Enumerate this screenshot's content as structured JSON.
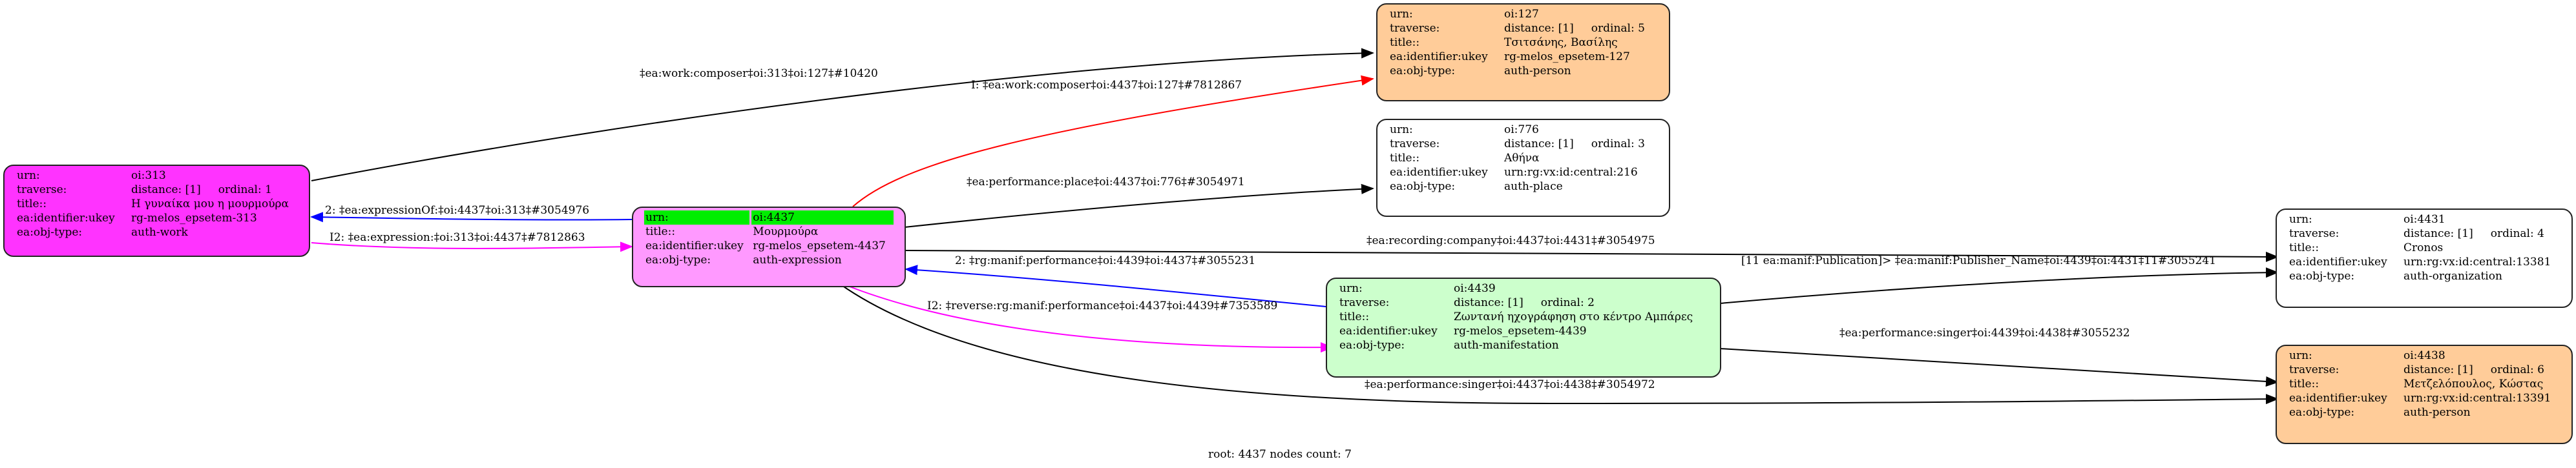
{
  "graph": {
    "footer": "root: 4437 nodes count: 7",
    "colors": {
      "auth_work": "#ff33ff",
      "auth_expression": "#ff99ff",
      "auth_person": "#ffcc99",
      "auth_manifestation": "#ccffcc",
      "auth_place": "#ffffff",
      "auth_organization": "#ffffff",
      "root_highlight": "#00ee00",
      "edge_default": "#000000",
      "edge_inverse": "#ff0000",
      "edge_reverse_blue": "#0000ff",
      "edge_reverse_magenta": "#ff00ff"
    },
    "nodes": [
      {
        "id": "oi313",
        "rows": [
          {
            "k": "urn:",
            "v": "oi:313"
          },
          {
            "k": "traverse:",
            "v": "distance: [1]     ordinal: 1"
          },
          {
            "k": "title::",
            "v": "Η γυναίκα μου η μουρμούρα"
          },
          {
            "k": "ea:identifier:ukey",
            "v": "rg-melos_epsetem-313"
          },
          {
            "k": "ea:obj-type:",
            "v": "auth-work"
          }
        ]
      },
      {
        "id": "oi4437",
        "rows": [
          {
            "k": "urn:",
            "v": "oi:4437"
          },
          {
            "k": "title::",
            "v": "Μουρμούρα"
          },
          {
            "k": "ea:identifier:ukey",
            "v": "rg-melos_epsetem-4437"
          },
          {
            "k": "ea:obj-type:",
            "v": "auth-expression"
          }
        ]
      },
      {
        "id": "oi127",
        "rows": [
          {
            "k": "urn:",
            "v": "oi:127"
          },
          {
            "k": "traverse:",
            "v": "distance: [1]     ordinal: 5"
          },
          {
            "k": "title::",
            "v": "Τσιτσάνης, Βασίλης"
          },
          {
            "k": "ea:identifier:ukey",
            "v": "rg-melos_epsetem-127"
          },
          {
            "k": "ea:obj-type:",
            "v": "auth-person"
          }
        ]
      },
      {
        "id": "oi776",
        "rows": [
          {
            "k": "urn:",
            "v": "oi:776"
          },
          {
            "k": "traverse:",
            "v": "distance: [1]     ordinal: 3"
          },
          {
            "k": "title::",
            "v": "Αθήνα"
          },
          {
            "k": "ea:identifier:ukey",
            "v": "urn:rg:vx:id:central:216"
          },
          {
            "k": "ea:obj-type:",
            "v": "auth-place"
          }
        ]
      },
      {
        "id": "oi4439",
        "rows": [
          {
            "k": "urn:",
            "v": "oi:4439"
          },
          {
            "k": "traverse:",
            "v": "distance: [1]     ordinal: 2"
          },
          {
            "k": "title::",
            "v": "Ζωντανή ηχογράφηση στο κέντρο Αμπάρες"
          },
          {
            "k": "ea:identifier:ukey",
            "v": "rg-melos_epsetem-4439"
          },
          {
            "k": "ea:obj-type:",
            "v": "auth-manifestation"
          }
        ]
      },
      {
        "id": "oi4431",
        "rows": [
          {
            "k": "urn:",
            "v": "oi:4431"
          },
          {
            "k": "traverse:",
            "v": "distance: [1]     ordinal: 4"
          },
          {
            "k": "title::",
            "v": "Cronos"
          },
          {
            "k": "ea:identifier:ukey",
            "v": "urn:rg:vx:id:central:13381"
          },
          {
            "k": "ea:obj-type:",
            "v": "auth-organization"
          }
        ]
      },
      {
        "id": "oi4438",
        "rows": [
          {
            "k": "urn:",
            "v": "oi:4438"
          },
          {
            "k": "traverse:",
            "v": "distance: [1]     ordinal: 6"
          },
          {
            "k": "title::",
            "v": "Μετζελόπουλος, Κώστας"
          },
          {
            "k": "ea:identifier:ukey",
            "v": "urn:rg:vx:id:central:13391"
          },
          {
            "k": "ea:obj-type:",
            "v": "auth-person"
          }
        ]
      }
    ],
    "edges": [
      {
        "from": "oi313",
        "to": "oi127",
        "label": "‡ea:work:composer‡oi:313‡oi:127‡#10420"
      },
      {
        "from": "oi4437",
        "to": "oi127",
        "label": "I: ‡ea:work:composer‡oi:4437‡oi:127‡#7812867"
      },
      {
        "from": "oi4437",
        "to": "oi313",
        "label": "2: ‡ea:expressionOf:‡oi:4437‡oi:313‡#3054976"
      },
      {
        "from": "oi313",
        "to": "oi4437",
        "label": "I2: ‡ea:expression:‡oi:313‡oi:4437‡#7812863"
      },
      {
        "from": "oi4437",
        "to": "oi776",
        "label": "‡ea:performance:place‡oi:4437‡oi:776‡#3054971"
      },
      {
        "from": "oi4437",
        "to": "oi4431",
        "label": "‡ea:recording:company‡oi:4437‡oi:4431‡#3054975"
      },
      {
        "from": "oi4439",
        "to": "oi4431",
        "label": "[11 ea:manif:Publication]> ‡ea:manif:Publisher_Name‡oi:4439‡oi:4431‡11#3055241"
      },
      {
        "from": "oi4439",
        "to": "oi4437",
        "label": "2: ‡rg:manif:performance‡oi:4439‡oi:4437‡#3055231"
      },
      {
        "from": "oi4437",
        "to": "oi4439",
        "label": "I2: ‡reverse:rg:manif:performance‡oi:4437‡oi:4439‡#7353589"
      },
      {
        "from": "oi4439",
        "to": "oi4438",
        "label": "‡ea:performance:singer‡oi:4439‡oi:4438‡#3055232"
      },
      {
        "from": "oi4437",
        "to": "oi4438",
        "label": "‡ea:performance:singer‡oi:4437‡oi:4438‡#3054972"
      }
    ]
  }
}
